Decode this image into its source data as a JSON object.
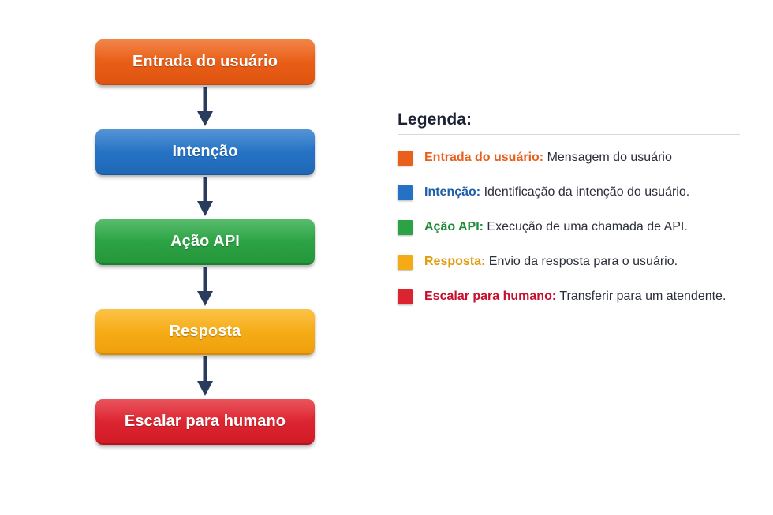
{
  "flow": {
    "nodes": [
      {
        "id": "entrada",
        "label": "Entrada do usuário",
        "color": "#e85d16",
        "variant": "orange"
      },
      {
        "id": "intencao",
        "label": "Intenção",
        "color": "#2572c4",
        "variant": "blue"
      },
      {
        "id": "acao-api",
        "label": "Ação API",
        "color": "#2ba244",
        "variant": "green"
      },
      {
        "id": "resposta",
        "label": "Resposta",
        "color": "#f5ab16",
        "variant": "amber"
      },
      {
        "id": "escalar",
        "label": "Escalar para humano",
        "color": "#dc2430",
        "variant": "red"
      }
    ],
    "arrow_color": "#2a3c5e",
    "arrow_count": 4
  },
  "legend": {
    "title": "Legenda:",
    "items": [
      {
        "swatch_color": "#e8601c",
        "term": "Entrada do usuário:",
        "description": " Mensagem do usuário",
        "term_color": "#e8601c"
      },
      {
        "swatch_color": "#2572c4",
        "term": "Intenção:",
        "description": " Identificação da intenção do usuário.",
        "term_color": "#1f5fa8"
      },
      {
        "swatch_color": "#2ba244",
        "term": "Ação API:",
        "description": " Execução de uma chamada de API.",
        "term_color": "#1f8c37"
      },
      {
        "swatch_color": "#f5ab16",
        "term": "Resposta:",
        "description": " Envio da resposta para o usuário.",
        "term_color": "#e09a0c"
      },
      {
        "swatch_color": "#dc2430",
        "term": "Escalar para humano:",
        "description": " Transferir para um atendente.",
        "term_color": "#c8102e"
      }
    ]
  }
}
